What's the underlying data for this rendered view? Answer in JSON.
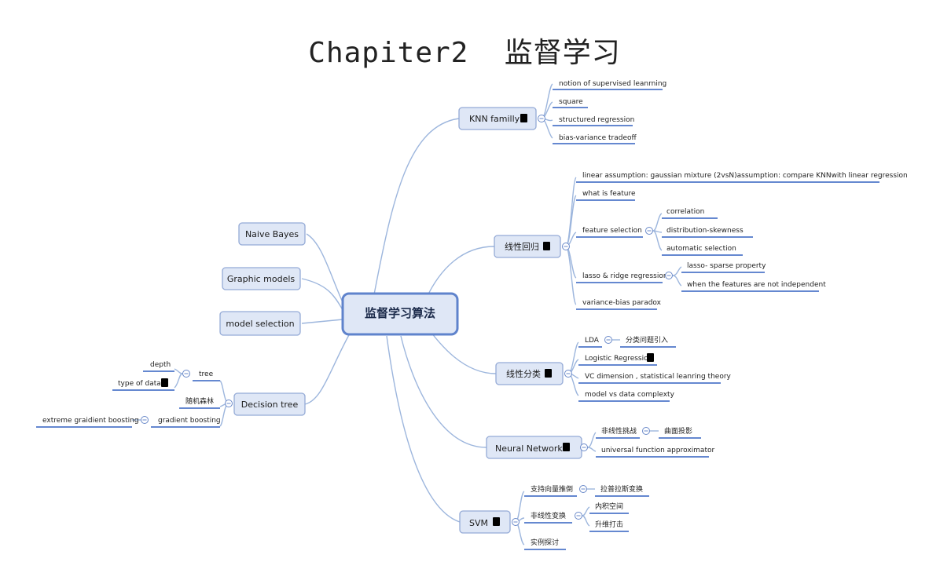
{
  "title": "Chapiter2  监督学习",
  "center": "监督学习算法",
  "branches": {
    "knn": {
      "label": "KNN familly",
      "items": [
        "notion of supervised leanrning",
        "square",
        "structured regression",
        "bias-variance tradeoff"
      ]
    },
    "linreg": {
      "label": "线性回归",
      "assumption": "linear assumption: gaussian mixture (2vsN)assumption:  compare KNNwith linear regression",
      "feature": "what is feature",
      "fsel": "feature selection",
      "fsel_items": [
        "correlation",
        "distribution-skewness",
        "automatic selection"
      ],
      "lasso": "lasso & ridge regression",
      "lasso_items": [
        "lasso- sparse property",
        "when the features are not independent"
      ],
      "paradox": "variance-bias paradox"
    },
    "lincls": {
      "label": "线性分类",
      "lda": "LDA",
      "lda_child": "分类问题引入",
      "logistic": "Logistic Regression",
      "vc": "VC dimension , statistical leanring theory",
      "complexity": "model vs data complexty"
    },
    "nn": {
      "label": "Neural Network",
      "nonlinear": "非线性挑战",
      "nonlinear_child": "曲面投影",
      "universal": "universal function approximator"
    },
    "svm": {
      "label": "SVM",
      "dual": "支持向量推倒",
      "dual_child": "拉普拉斯变换",
      "kernel": "非线性变换",
      "kernel_items": [
        "内积空间",
        "升维打击"
      ],
      "examples": "实例探讨"
    },
    "naive": {
      "label": "Naive Bayes"
    },
    "graphic": {
      "label": "Graphic models"
    },
    "modelsel": {
      "label": "model selection"
    },
    "dtree": {
      "label": "Decision  tree",
      "tree": "tree",
      "tree_items": [
        "depth",
        "type of data"
      ],
      "rf": "随机森林",
      "gb": "gradient boosting",
      "gb_child": "extreme graidient boosting"
    }
  },
  "icons": {
    "note": "note-icon",
    "collapse": "collapse-toggle-icon"
  },
  "colors": {
    "node_fill": "#dfe7f6",
    "node_border": "#94aad6",
    "connector": "#9db6dd",
    "underline": "#4f77c9",
    "note": "#f7d67e"
  }
}
